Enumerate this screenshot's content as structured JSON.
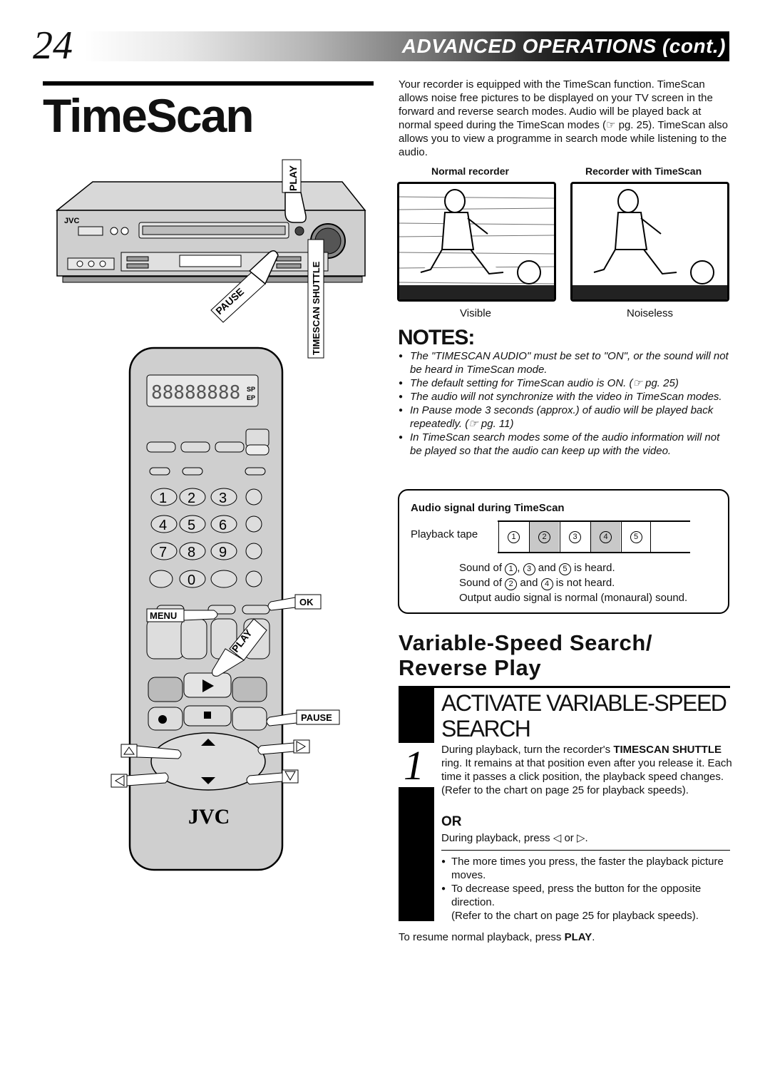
{
  "header": {
    "page_number": "24",
    "section": "ADVANCED OPERATIONS (cont.)"
  },
  "page_title": "TimeScan",
  "intro": "Your recorder is equipped with the TimeScan function. TimeScan allows noise free pictures to be displayed on your TV screen in the forward and reverse search modes. Audio will be played back at normal speed during the TimeScan modes (☞ pg. 25). TimeScan also allows you to view a programme in search mode while listening to the audio.",
  "comparison": {
    "left_heading": "Normal recorder",
    "right_heading": "Recorder with TimeScan",
    "left_caption": "Visible",
    "right_caption": "Noiseless"
  },
  "illustration": {
    "vcr_brand": "JVC",
    "play_label": "PLAY",
    "pause_label": "PAUSE",
    "shuttle_label": "TIMESCAN SHUTTLE",
    "remote_display": "88888888",
    "remote_sp": "SP",
    "remote_ep": "EP",
    "remote_brand": "JVC",
    "menu_label": "MENU",
    "ok_label": "OK",
    "remote_play_label": "PLAY",
    "remote_pause_label": "PAUSE",
    "keypad": [
      "1",
      "2",
      "3",
      "4",
      "5",
      "6",
      "7",
      "8",
      "9",
      "0"
    ]
  },
  "notes": {
    "title": "NOTES:",
    "items": [
      "The \"TIMESCAN AUDIO\" must be set to \"ON\", or the sound will not be heard in TimeScan mode.",
      "The default setting for TimeScan audio is ON. (☞ pg. 25)",
      "The audio will not synchronize with the video in TimeScan modes.",
      "In Pause mode 3 seconds (approx.) of audio will be played back repeatedly. (☞ pg. 11)",
      "In TimeScan search modes some of the audio information will not be played so that the audio can keep up with the video."
    ]
  },
  "audio_box": {
    "title": "Audio signal during TimeScan",
    "tape_label": "Playback tape",
    "segments": [
      "1",
      "2",
      "3",
      "4",
      "5"
    ],
    "line1_pre": "Sound of",
    "line1_a": "1",
    "line1_b": "3",
    "line1_c": "5",
    "line1_and": "and",
    "line1_post": "is heard.",
    "line2_pre": "Sound of",
    "line2_a": "2",
    "line2_and": "and",
    "line2_b": "4",
    "line2_post": "is not heard.",
    "line3": "Output audio signal is normal (monaural) sound."
  },
  "subsection": {
    "title_line1": "Variable-Speed Search/",
    "title_line2": "Reverse Play"
  },
  "step": {
    "number": "1",
    "heading": "ACTIVATE VARIABLE-SPEED SEARCH",
    "text_pre": "During playback, turn the recorder's",
    "text_bold": "TIMESCAN SHUTTLE",
    "text_post": "ring. It remains at that position even after you release it. Each time it passes a click position, the playback speed changes.",
    "text_ref": "(Refer to the chart on page 25 for playback speeds).",
    "or": "OR",
    "press": "During playback, press ◁ or ▷.",
    "bullets": [
      "The more times you press, the faster the playback picture moves.",
      "To decrease speed, press the button for the opposite direction."
    ],
    "bullet_ref": "(Refer to the chart on page 25 for playback speeds)."
  },
  "resume": {
    "text": "To resume normal playback, press",
    "button": "PLAY",
    "end": "."
  }
}
